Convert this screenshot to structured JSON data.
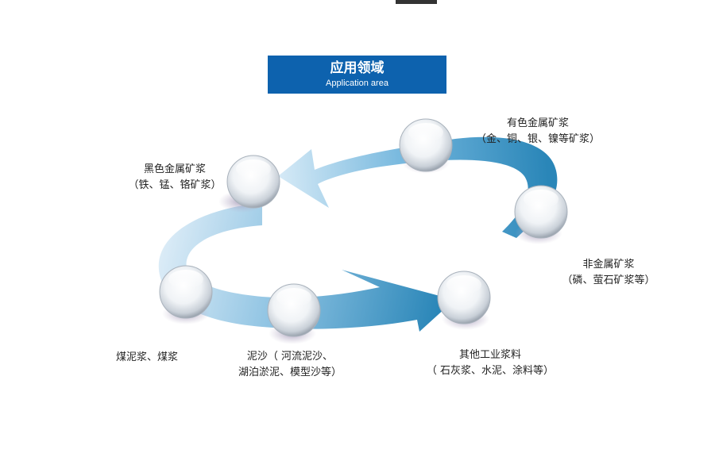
{
  "title": {
    "main": "应用领域",
    "sub": "Application area"
  },
  "nodes": [
    {
      "name": "ferrous",
      "line1": "黑色金属矿浆",
      "line2": "（铁、锰、铬矿浆）"
    },
    {
      "name": "nonferrous",
      "line1": "有色金属矿浆",
      "line2": "（金、铜、银、镍等矿浆）"
    },
    {
      "name": "nonmetal",
      "line1": "非金属矿浆",
      "line2": "（磷、萤石矿浆等）"
    },
    {
      "name": "other-industrial",
      "line1": "其他工业浆料",
      "line2": "（ 石灰浆、水泥、涂料等）"
    },
    {
      "name": "silt",
      "line1": "泥沙（  河流泥沙、",
      "line2": "湖泊淤泥、模型沙等）"
    },
    {
      "name": "coal",
      "line1": "煤泥浆、煤浆",
      "line2": ""
    }
  ],
  "colors": {
    "title_bg": "#0d62ae",
    "arrow_dark": "#2a86b8",
    "arrow_light": "#cfe6f4"
  }
}
